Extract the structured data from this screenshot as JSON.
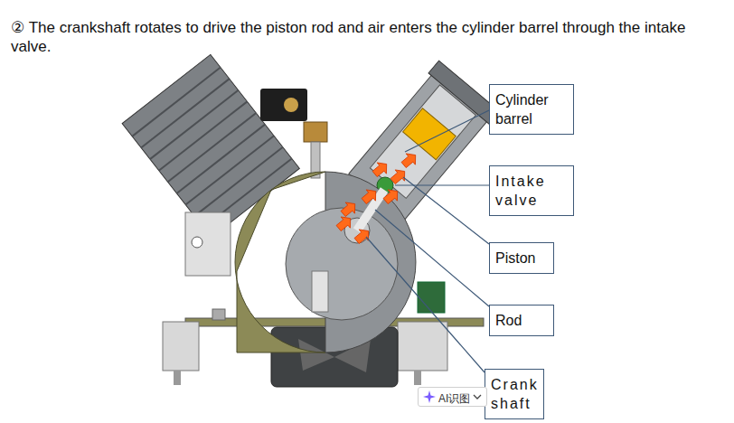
{
  "diagram": {
    "title": "② The crankshaft rotates to drive the piston rod and air enters the cylinder barrel through the intake valve.",
    "nodes": [
      {
        "text": [
          "Cylinder barrel"
        ]
      },
      {
        "text": [
          "Intake valve"
        ]
      },
      {
        "text": [
          "Piston"
        ]
      },
      {
        "text": [
          "Rod"
        ]
      },
      {
        "text": [
          "Crank shaft"
        ]
      }
    ],
    "edges": [],
    "labels": [
      "AI识图"
    ]
  }
}
